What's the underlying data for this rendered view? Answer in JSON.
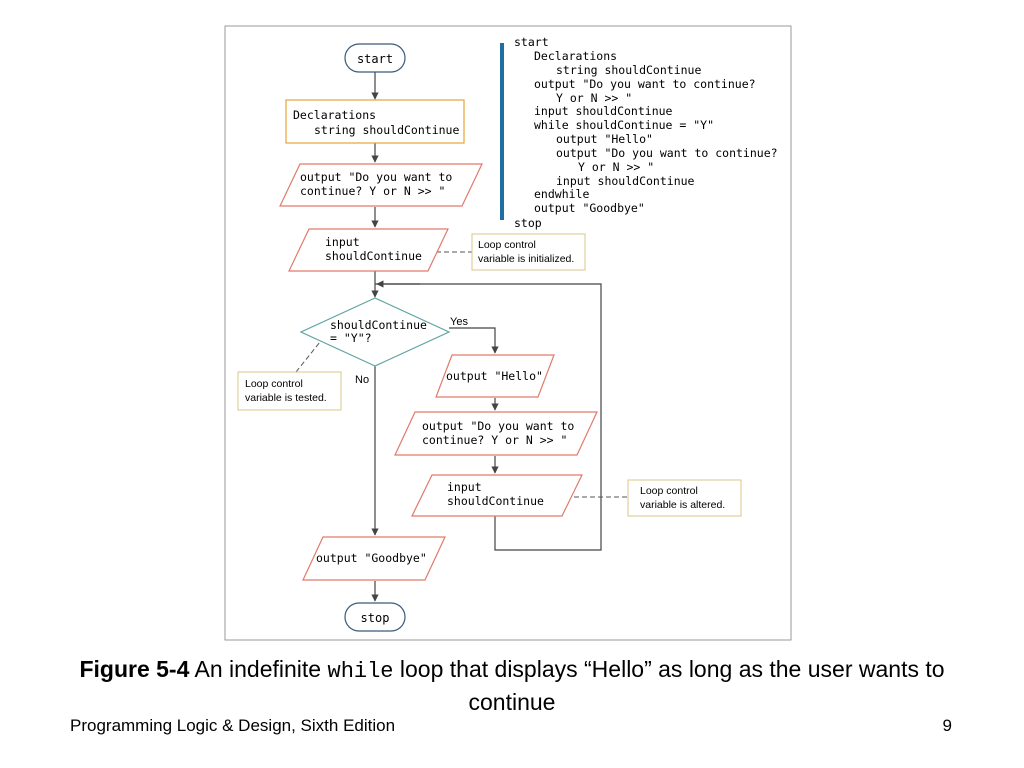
{
  "flowchart": {
    "start": "start",
    "declarations_line1": "Declarations",
    "declarations_line2": "string shouldContinue",
    "prompt1_line1": "output \"Do you want to",
    "prompt1_line2": "continue? Y or N >> \"",
    "input1_line1": "input",
    "input1_line2": "shouldContinue",
    "decision_line1": "shouldContinue",
    "decision_line2": "= \"Y\"?",
    "yes_label": "Yes",
    "no_label": "No",
    "hello": "output \"Hello\"",
    "prompt2_line1": "output \"Do you want to",
    "prompt2_line2": "continue? Y or N >> \"",
    "input2_line1": "input",
    "input2_line2": "shouldContinue",
    "goodbye": "output \"Goodbye\"",
    "stop": "stop"
  },
  "annotations": {
    "initialized_line1": "Loop control",
    "initialized_line2": "variable is initialized.",
    "tested_line1": "Loop control",
    "tested_line2": "variable is tested.",
    "altered_line1": "Loop control",
    "altered_line2": "variable is altered."
  },
  "pseudocode": [
    "start",
    "Declarations",
    "string shouldContinue",
    "output \"Do you want to continue?",
    "Y or N >> \"",
    "input shouldContinue",
    "while shouldContinue = \"Y\"",
    "output \"Hello\"",
    "output \"Do you want to continue?",
    "Y or N >> \"",
    "input shouldContinue",
    "endwhile",
    "output \"Goodbye\"",
    "stop"
  ],
  "caption": {
    "figure_label": "Figure 5-4",
    "text_before": " An indefinite ",
    "keyword": "while",
    "text_after": " loop that displays “Hello” as long as the user wants to continue"
  },
  "footer": {
    "book_title": "Programming Logic & Design, Sixth Edition",
    "page_number": "9"
  },
  "colors": {
    "frame_border": "#9a9a9a",
    "process_border": "#e8a33a",
    "io_border": "#e07a6a",
    "decision_border": "#5fa4a4",
    "terminal_border": "#3a5a7a",
    "note_border": "#d9c58a",
    "pseudocode_bar": "#1f6fa0"
  }
}
